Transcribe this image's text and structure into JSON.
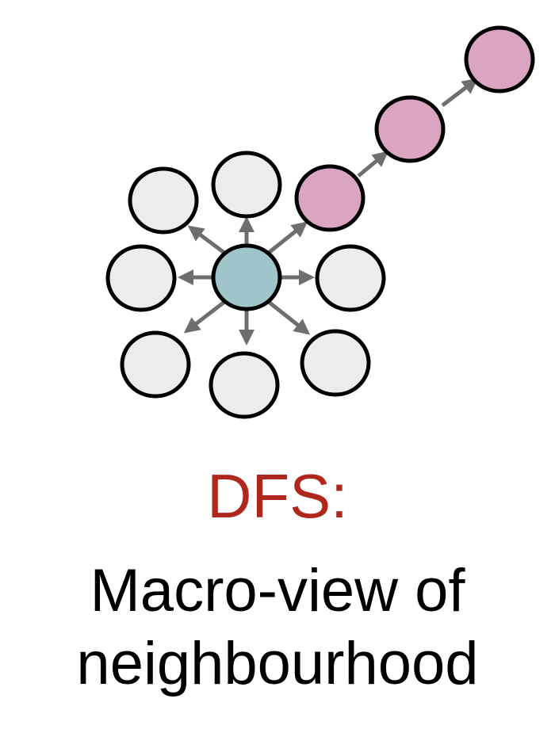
{
  "title": "DFS:",
  "caption": {
    "line1": "Macro-view of",
    "line2": "neighbourhood"
  },
  "colors": {
    "title": "#b0271e",
    "center_node": "#9fc4ca",
    "path_node": "#d9a5c0",
    "neighbor_node": "#ececec",
    "node_outline": "#000000",
    "edge": "#6e6e6e"
  },
  "graph": {
    "center": "center",
    "neighbors": [
      "top-left",
      "top",
      "left",
      "right",
      "bottom-left",
      "bottom",
      "bottom-right"
    ],
    "dfs_path": [
      "path-1",
      "path-2",
      "path-3"
    ]
  }
}
